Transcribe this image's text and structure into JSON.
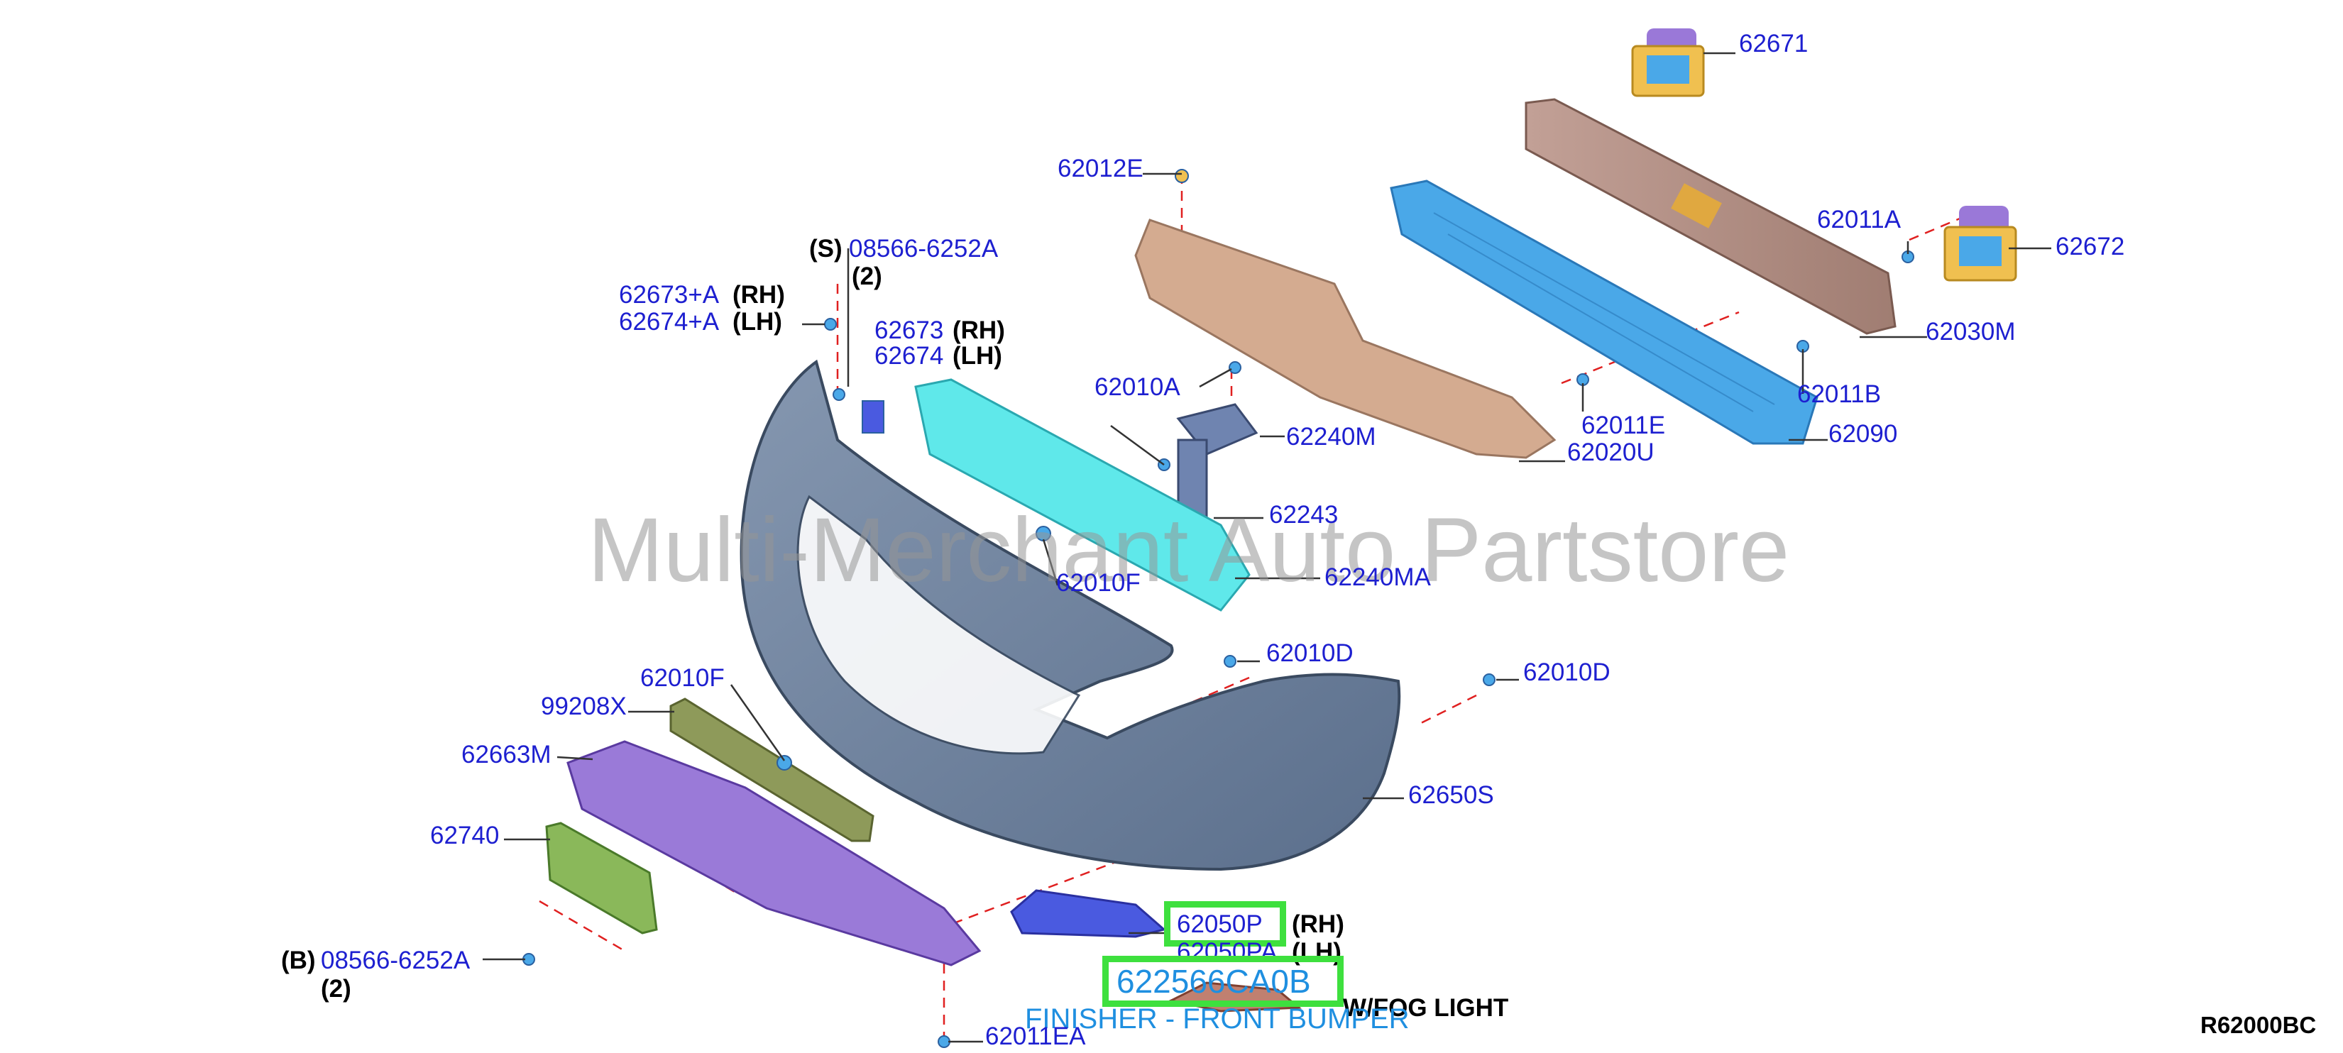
{
  "watermark": "Multi-Merchant Auto Partstore",
  "diagram_ref": "R62000BC",
  "highlight": {
    "part_number": "622566CA0B",
    "description": "FINISHER - FRONT BUMPER",
    "note": "W/FOG LIGHT"
  },
  "parts": [
    {
      "id": "p62671",
      "num": "62671"
    },
    {
      "id": "p62012E",
      "num": "62012E"
    },
    {
      "id": "p62011A",
      "num": "62011A"
    },
    {
      "id": "p62672",
      "num": "62672"
    },
    {
      "id": "p08566top",
      "num": "08566-6252A",
      "prefix": "(S)",
      "qty": "(2)"
    },
    {
      "id": "p62673A",
      "num": "62673+A",
      "side": "(RH)"
    },
    {
      "id": "p62674A",
      "num": "62674+A",
      "side": "(LH)"
    },
    {
      "id": "p62673",
      "num": "62673",
      "side": "(RH)"
    },
    {
      "id": "p62674",
      "num": "62674",
      "side": "(LH)"
    },
    {
      "id": "p62030M",
      "num": "62030M"
    },
    {
      "id": "p62010A",
      "num": "62010A"
    },
    {
      "id": "p62011E",
      "num": "62011E"
    },
    {
      "id": "p62011B",
      "num": "62011B"
    },
    {
      "id": "p62240M",
      "num": "62240M"
    },
    {
      "id": "p62090",
      "num": "62090"
    },
    {
      "id": "p62020U",
      "num": "62020U"
    },
    {
      "id": "p62243",
      "num": "62243"
    },
    {
      "id": "p62010F_top",
      "num": "62010F"
    },
    {
      "id": "p62240MA",
      "num": "62240MA"
    },
    {
      "id": "p62010D_mid",
      "num": "62010D"
    },
    {
      "id": "p62010D_right",
      "num": "62010D"
    },
    {
      "id": "p62010F_left",
      "num": "62010F"
    },
    {
      "id": "p99208X",
      "num": "99208X"
    },
    {
      "id": "p62663M",
      "num": "62663M"
    },
    {
      "id": "p62650S",
      "num": "62650S"
    },
    {
      "id": "p62740",
      "num": "62740"
    },
    {
      "id": "p62050P",
      "num": "62050P",
      "side": "(RH)"
    },
    {
      "id": "p62050PA",
      "num": "62050PA",
      "side": "(LH)"
    },
    {
      "id": "p08566bot",
      "num": "08566-6252A",
      "prefix": "(B)",
      "qty": "(2)"
    },
    {
      "id": "p62011EA",
      "num": "62011EA"
    }
  ],
  "colors": {
    "bumper_fascia": "#6f84a0",
    "reinforcement_cyan": "#5fe8ea",
    "energy_absorber_blue": "#4aa8e8",
    "reinforcement_beam": "#b08a80",
    "upper_shield": "#d4ab90",
    "lower_cover_purple": "#9a7ad8",
    "bracket_yellow": "#f0c050",
    "bracket_purple": "#8a6ad0",
    "green_panel": "#8ab85a",
    "olive_strip": "#8e9a5a",
    "grille_blue": "#4a5ae0",
    "highlight_green": "#3ee03e",
    "part_number_blue": "#1d1fd0",
    "highlight_text": "#1f8fe0"
  }
}
